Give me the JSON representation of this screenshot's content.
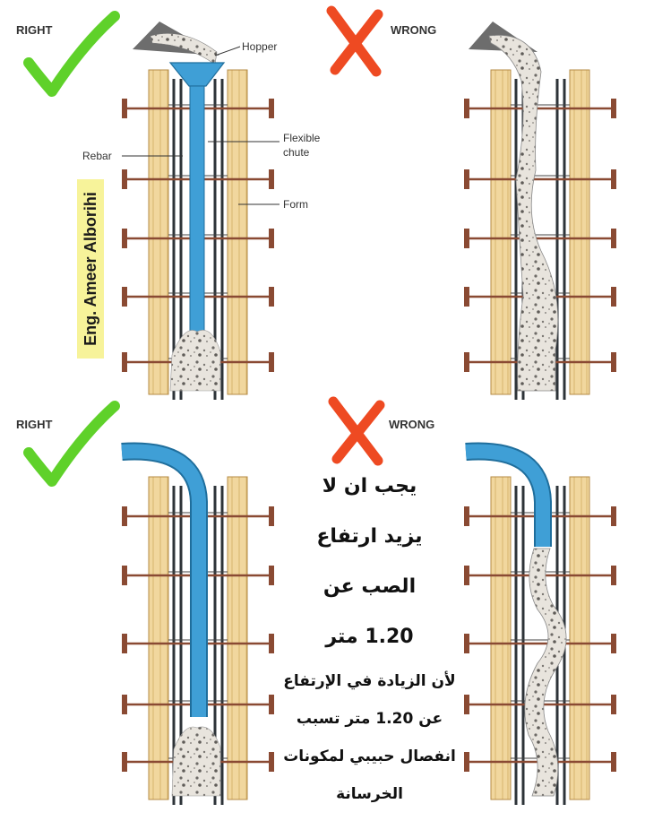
{
  "panels": {
    "top_left_tag": "RIGHT",
    "top_right_tag": "WRONG",
    "bottom_left_tag": "RIGHT",
    "bottom_right_tag": "WRONG"
  },
  "labels": {
    "hopper": "Hopper",
    "flexible_1": "Flexible",
    "flexible_2": "chute",
    "rebar": "Rebar",
    "form": "Form"
  },
  "credit": "Eng. Ameer Alborihi",
  "arabic_note": {
    "line1": "يجب ان لا",
    "line2": "يزيد ارتفاع",
    "line3": "الصب عن",
    "line4": "1.20 متر",
    "line5": "لأن الزيادة في الإرتفاع",
    "line6": "عن 1.20 متر تسبب",
    "line7": "انفصال حبيبي لمكونات",
    "line8": "الخرسانة"
  },
  "colors": {
    "check": "#5fd12a",
    "cross": "#ee4a22",
    "chute": "#3f9fd6",
    "wood": "#f1d79e",
    "concrete": "#e7e3dc",
    "tie": "#8a4a33"
  }
}
